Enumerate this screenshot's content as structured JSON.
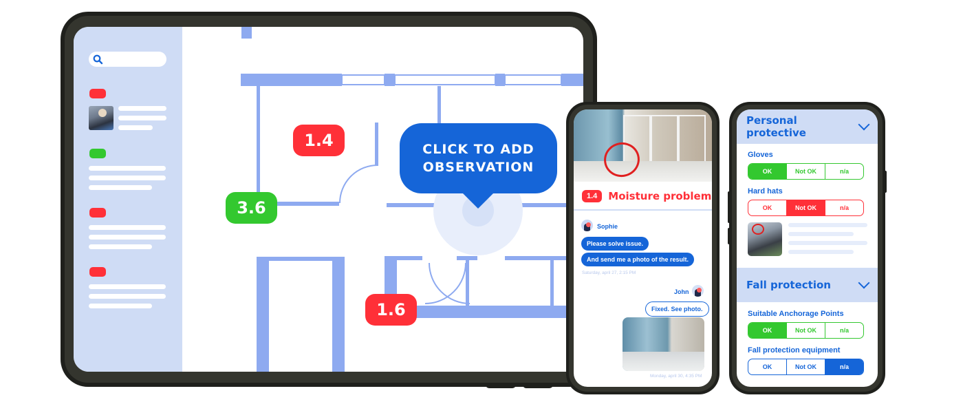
{
  "colors": {
    "accent_blue": "#1565d8",
    "danger_red": "#ff3038",
    "success_green": "#33c82f",
    "wall_blue": "#8eaaf0",
    "sidebar_bg": "#cfdcf5",
    "device_frame": "#1f201c"
  },
  "tablet": {
    "sidebar": {
      "search": {
        "icon": "search-icon",
        "placeholder": ""
      },
      "items": [
        {
          "status": "red",
          "has_thumbnail": true
        },
        {
          "status": "green",
          "has_thumbnail": false
        },
        {
          "status": "red",
          "has_thumbnail": false
        },
        {
          "status": "red",
          "has_thumbnail": false
        }
      ]
    },
    "floor_plan": {
      "pins": [
        {
          "label": "1.4",
          "status": "red"
        },
        {
          "label": "3.6",
          "status": "green"
        },
        {
          "label": "1.6",
          "status": "red"
        }
      ],
      "callout": {
        "line1": "CLICK TO ADD",
        "line2": "OBSERVATION"
      }
    }
  },
  "chat_phone": {
    "issue": {
      "number": "1.4",
      "title": "Moisture problem"
    },
    "messages": [
      {
        "sender": "Sophie",
        "texts": [
          "Please solve issue.",
          "And send me a photo of the result."
        ],
        "timestamp": "Saturday, april 27, 2:15 PM"
      },
      {
        "sender": "John",
        "texts": [
          "Fixed. See photo."
        ],
        "has_photo": true,
        "timestamp": "Monday, april 30, 4:35 PM"
      }
    ]
  },
  "checklist_phone": {
    "sections": [
      {
        "title": "Personal protective",
        "expanded": true,
        "questions": [
          {
            "label": "Gloves",
            "options": [
              "OK",
              "Not OK",
              "n/a"
            ],
            "selected": "OK"
          },
          {
            "label": "Hard hats",
            "options": [
              "OK",
              "Not OK",
              "n/a"
            ],
            "selected": "Not OK"
          }
        ]
      },
      {
        "title": "Fall protection",
        "expanded": true,
        "questions": [
          {
            "label": "Suitable Anchorage Points",
            "options": [
              "OK",
              "Not OK",
              "n/a"
            ],
            "selected": "OK"
          },
          {
            "label": "Fall protection equipment",
            "options": [
              "OK",
              "Not OK",
              "n/a"
            ],
            "selected": "n/a"
          }
        ]
      }
    ]
  }
}
